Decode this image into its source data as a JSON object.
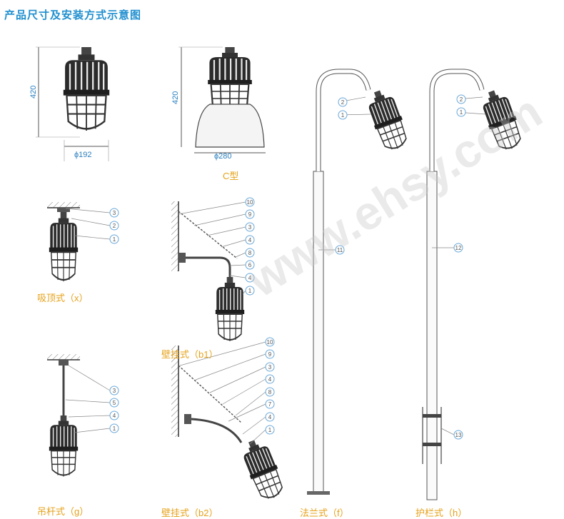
{
  "title": "产品尺寸及安装方式示意图",
  "dims": {
    "height_a": "420",
    "dia_a": "ϕ192",
    "height_c": "420",
    "dia_c": "ϕ280"
  },
  "captions": {
    "c_type": "C型",
    "ceiling": "吸顶式（x）",
    "wall_b1": "壁挂式（b1）",
    "pendant": "吊杆式（g）",
    "wall_b2": "壁挂式（b2）",
    "flange": "法兰式（f）",
    "rail": "护栏式（h）"
  },
  "callouts": {
    "ceiling": [
      "3",
      "2",
      "1"
    ],
    "wall_b1": [
      "10",
      "9",
      "3",
      "4",
      "8",
      "6",
      "4",
      "1"
    ],
    "pendant": [
      "3",
      "5",
      "4",
      "1"
    ],
    "wall_b2": [
      "10",
      "9",
      "3",
      "4",
      "8",
      "7",
      "4",
      "1"
    ],
    "flange": [
      "2",
      "1",
      "11"
    ],
    "rail": [
      "2",
      "1",
      "12",
      "13"
    ]
  },
  "watermark": [
    "www.ehsy.com"
  ]
}
